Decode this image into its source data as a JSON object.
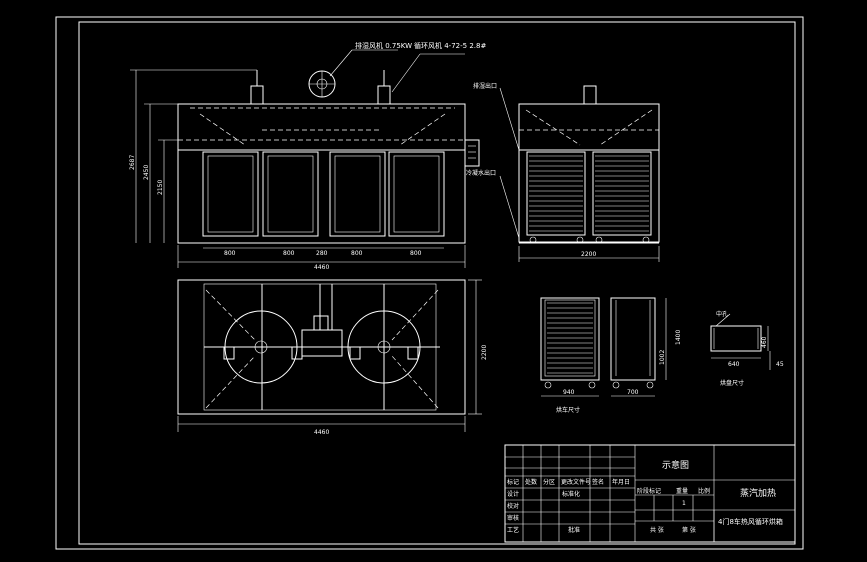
{
  "drawing": {
    "annotations": {
      "fan_motor": "排湿风机 0.75KW",
      "circulation_fan": "循环风机 4-72-5 2.8#",
      "exhaust_outlet": "排湿出口",
      "steam_inlet": "冷凝水出口"
    },
    "dimensions": {
      "front_height_total": "2687",
      "front_height_2": "2450",
      "front_height_3": "2150",
      "front_widths": [
        "800",
        "800",
        "280",
        "800",
        "800"
      ],
      "front_total_width": "4460",
      "side_width": "2200",
      "plan_total_width": "4460",
      "plan_depth": "2200",
      "tray_rack_width": "940",
      "tray_rack_depth": "700",
      "tray_rack_height": "1002",
      "tray_rack_side": "1400",
      "tray_width": "640",
      "tray_height": "460",
      "tray_depth": "45",
      "tray_label": "烘盘尺寸",
      "rack_label": "烘车尺寸"
    },
    "title_block": {
      "schematic_label": "示意图",
      "project_label": "蒸汽加热",
      "title": "4门8车热风循环烘箱",
      "header_cells": [
        "标记",
        "处数",
        "分区",
        "更改文件号",
        "签名",
        "年月日"
      ],
      "rows": [
        "设计",
        "校对",
        "审核",
        "工艺"
      ],
      "design_extra": [
        "标准化"
      ],
      "right_header": [
        "阶段标记",
        "重量",
        "比例"
      ],
      "scale_value": "1",
      "approve": "批准",
      "footer": [
        "共 张",
        "第 张"
      ]
    }
  }
}
